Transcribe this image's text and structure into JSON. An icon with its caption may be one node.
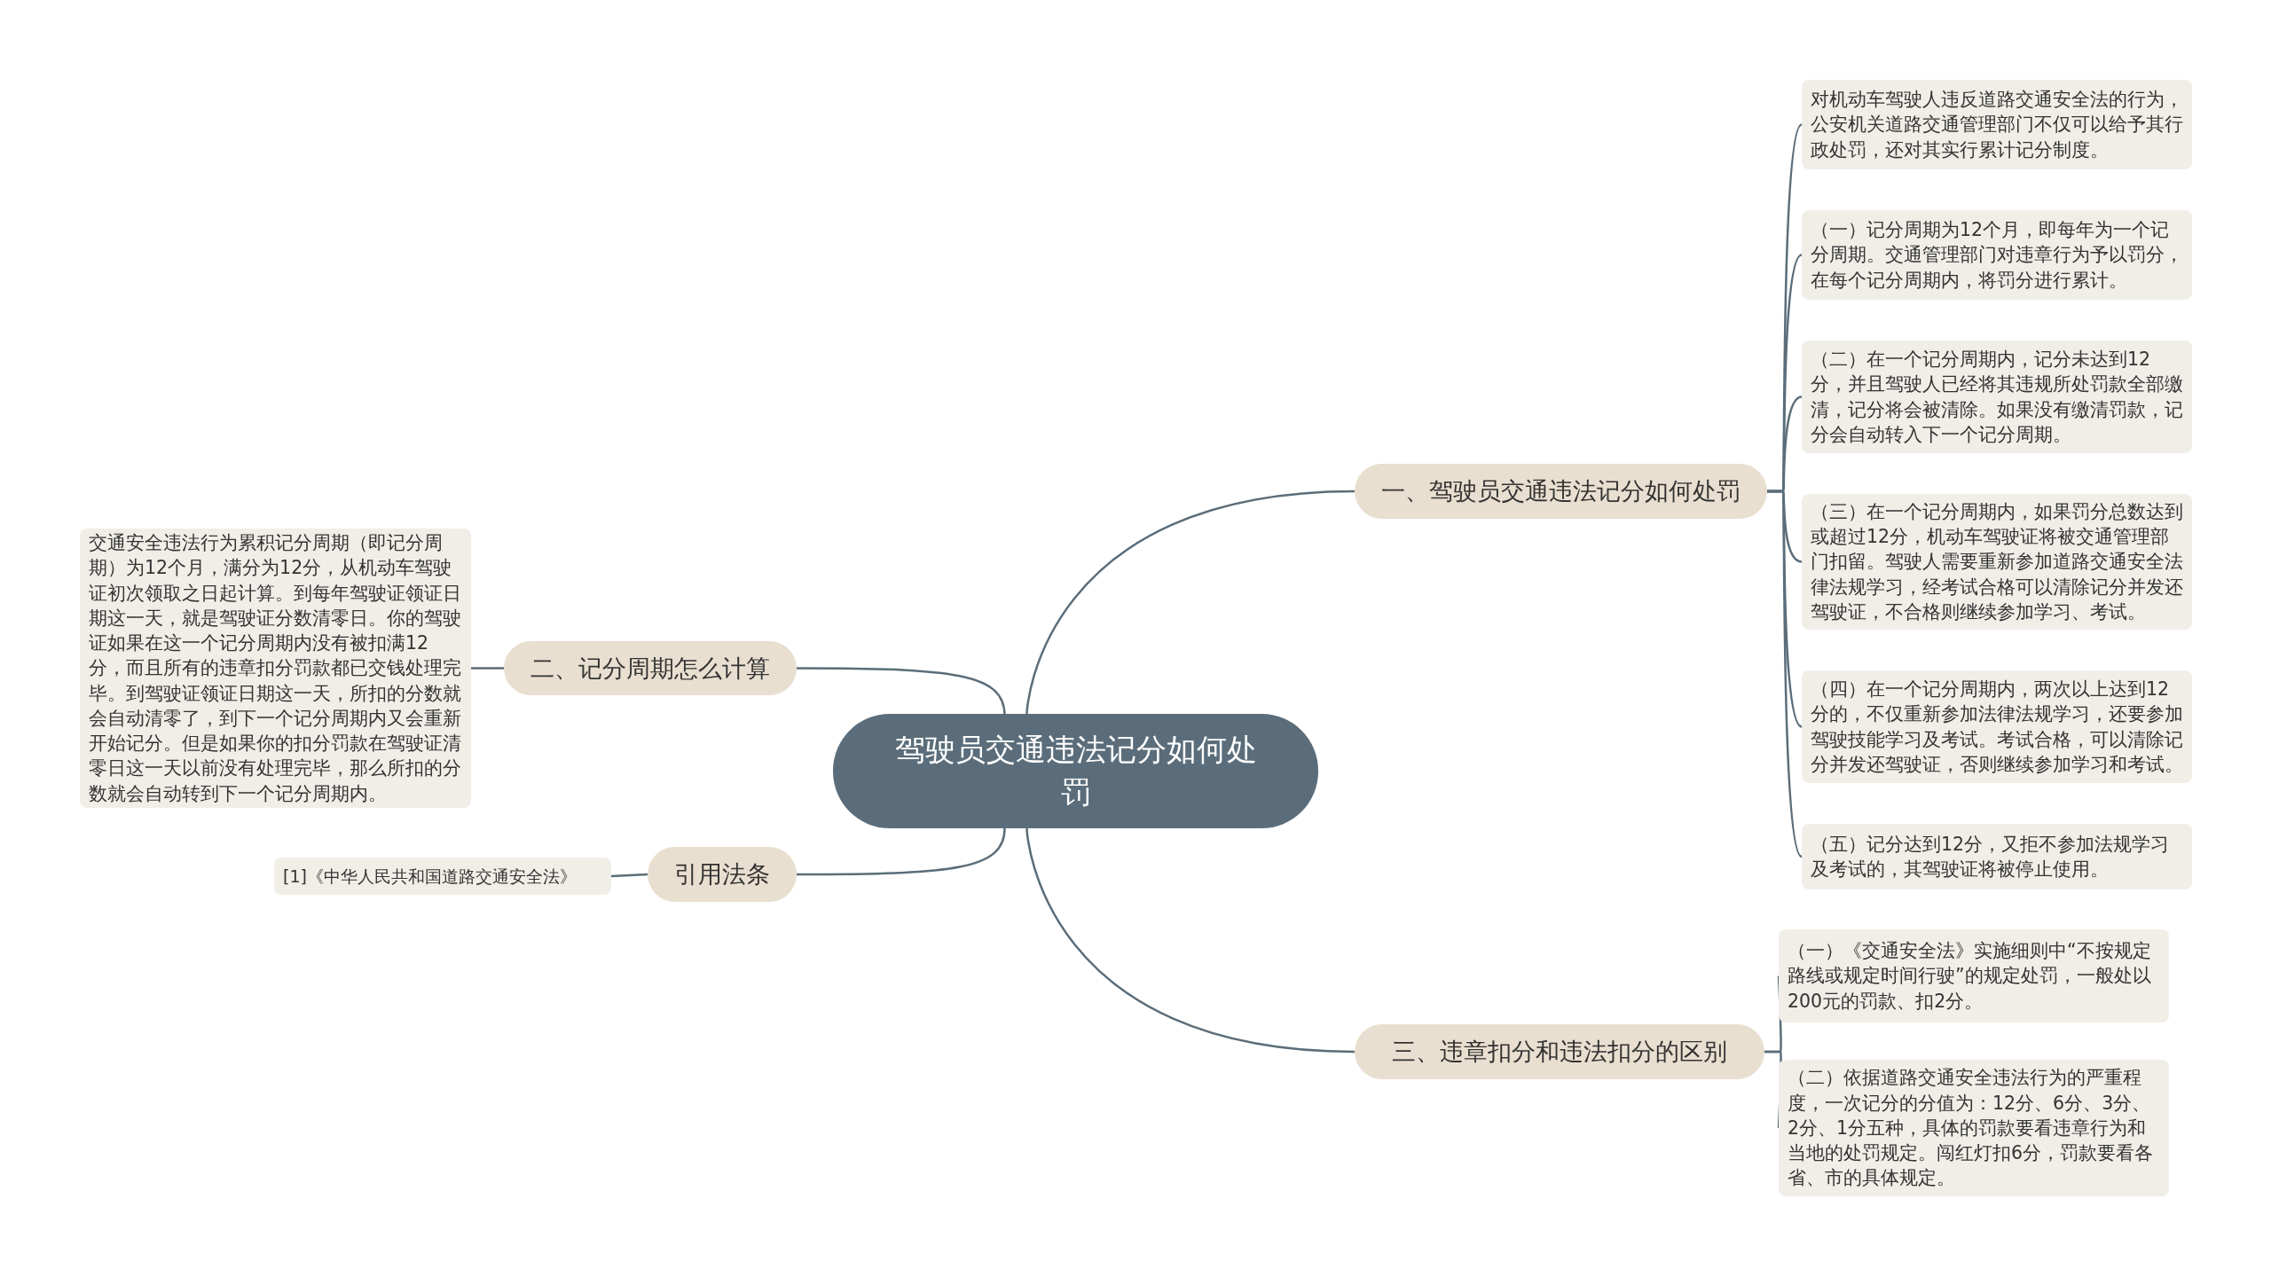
{
  "diagram": {
    "nodes": [
      {
        "text": [
          "驾驶员交通违法记分如何处罚"
        ]
      },
      {
        "text": [
          "一、驾驶员交通违法记分如何处罚"
        ]
      },
      {
        "text": [
          "对机动车驾驶人违反道路交通安全法的行为，公安机关道路交通管理部门不仅可以给予其行政处罚，还对其实行累计记分制度。"
        ]
      },
      {
        "text": [
          "（一）记分周期为12个月，即每年为一个记分周期。交通管理部门对违章行为予以罚分，在每个记分周期内，将罚分进行累计。"
        ]
      },
      {
        "text": [
          "（二）在一个记分周期内，记分未达到12分，并且驾驶人已经将其违规所处罚款全部缴清，记分将会被清除。如果没有缴清罚款，记分会自动转入下一个记分周期。"
        ]
      },
      {
        "text": [
          "（三）在一个记分周期内，如果罚分总数达到或超过12分，机动车驾驶证将被交通管理部门扣留。驾驶人需要重新参加道路交通安全法律法规学习，经考试合格可以清除记分并发还驾驶证，不合格则继续参加学习、考试。"
        ]
      },
      {
        "text": [
          "（四）在一个记分周期内，两次以上达到12分的，不仅重新参加法律法规学习，还要参加驾驶技能学习及考试。考试合格，可以清除记分并发还驾驶证，否则继续参加学习和考试。"
        ]
      },
      {
        "text": [
          "（五）记分达到12分，又拒不参加法规学习及考试的，其驾驶证将被停止使用。"
        ]
      },
      {
        "text": [
          "二、记分周期怎么计算"
        ]
      },
      {
        "text": [
          "交通安全违法行为累积记分周期（即记分周期）为12个月，满分为12分，从机动车驾驶证初次领取之日起计算。到每年驾驶证领证日期这一天，就是驾驶证分数清零日。你的驾驶证如果在这一个记分周期内没有被扣满12分，而且所有的违章扣分罚款都已交钱处理完毕。到驾驶证领证日期这一天，所扣的分数就会自动清零了，到下一个记分周期内又会重新开始记分。但是如果你的扣分罚款在驾驶证清零日这一天以前没有处理完毕，那么所扣的分数就会自动转到下一个记分周期内。"
        ]
      },
      {
        "text": [
          "引用法条"
        ]
      },
      {
        "text": [
          "[1]《中华人民共和国道路交通安全法》"
        ]
      },
      {
        "text": [
          "三、违章扣分和违法扣分的区别"
        ]
      },
      {
        "text": [
          "（一）《交通安全法》实施细则中“不按规定路线或规定时间行驶”的规定处罚，一般处以200元的罚款、扣2分。"
        ]
      },
      {
        "text": [
          "（二）依据道路交通安全违法行为的严重程度，一次记分的分值为：12分、6分、3分、2分、1分五种，具体的罚款要看违章行为和当地的处罚规定。闯红灯扣6分，罚款要看各省、市的具体规定。"
        ]
      }
    ],
    "edges": [
      {
        "from": 0,
        "to": 1,
        "arrow": "none"
      },
      {
        "from": 1,
        "to": 2,
        "arrow": "none"
      },
      {
        "from": 1,
        "to": 3,
        "arrow": "none"
      },
      {
        "from": 1,
        "to": 4,
        "arrow": "none"
      },
      {
        "from": 1,
        "to": 5,
        "arrow": "none"
      },
      {
        "from": 1,
        "to": 6,
        "arrow": "none"
      },
      {
        "from": 1,
        "to": 7,
        "arrow": "none"
      },
      {
        "from": 0,
        "to": 8,
        "arrow": "none"
      },
      {
        "from": 8,
        "to": 9,
        "arrow": "none"
      },
      {
        "from": 0,
        "to": 10,
        "arrow": "none"
      },
      {
        "from": 10,
        "to": 11,
        "arrow": "none"
      },
      {
        "from": 0,
        "to": 12,
        "arrow": "none"
      },
      {
        "from": 12,
        "to": 13,
        "arrow": "none"
      },
      {
        "from": 12,
        "to": 14,
        "arrow": "none"
      }
    ]
  }
}
